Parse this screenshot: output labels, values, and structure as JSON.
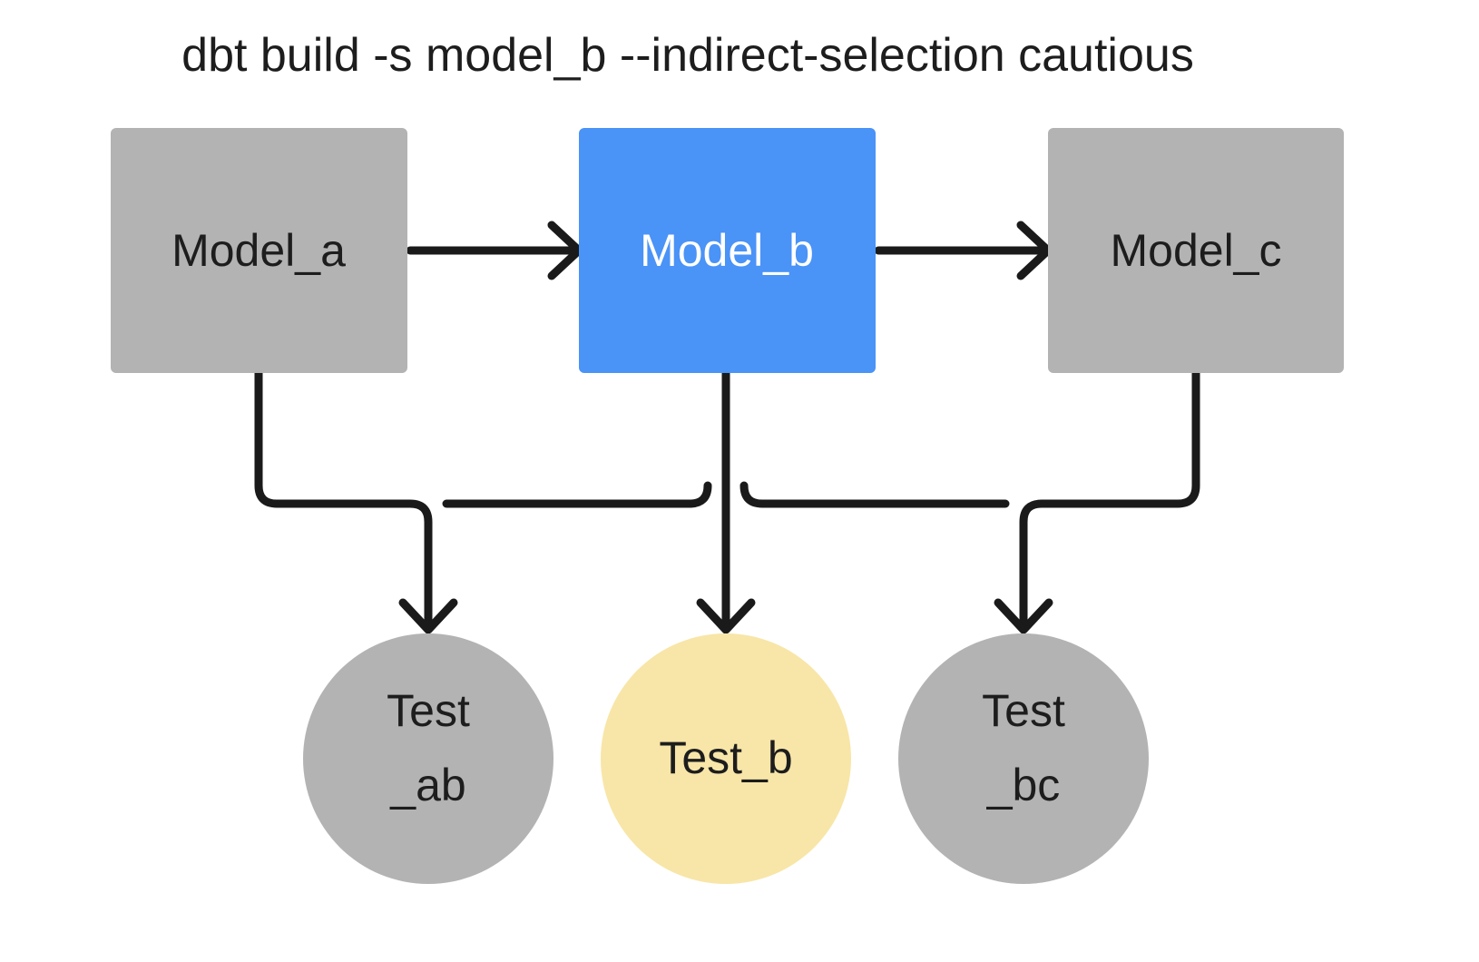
{
  "diagram": {
    "title": "dbt build -s model_b --indirect-selection cautious",
    "background_color": "#ffffff",
    "edge_color": "#1a1a1a",
    "palette": {
      "unselected_gray": "#b3b3b3",
      "selected_blue": "#4a93f7",
      "test_yellow": "#f8e6a8",
      "text_dark": "#1d1d1d",
      "text_light": "#ffffff"
    },
    "models": [
      {
        "id": "model_a",
        "label": "Model_a",
        "shape": "rectangle",
        "fill": "#b3b3b3",
        "text_color": "#1d1d1d",
        "state": "unselected"
      },
      {
        "id": "model_b",
        "label": "Model_b",
        "shape": "rectangle",
        "fill": "#4a93f7",
        "text_color": "#ffffff",
        "state": "selected"
      },
      {
        "id": "model_c",
        "label": "Model_c",
        "shape": "rectangle",
        "fill": "#b3b3b3",
        "text_color": "#1d1d1d",
        "state": "unselected"
      }
    ],
    "tests": [
      {
        "id": "test_ab",
        "label_line1": "Test",
        "label_line2": "_ab",
        "shape": "circle",
        "fill": "#b3b3b3",
        "text_color": "#1d1d1d",
        "state": "unselected"
      },
      {
        "id": "test_b",
        "label_line1": "Test_b",
        "label_line2": "",
        "shape": "circle",
        "fill": "#f8e6a8",
        "text_color": "#1d1d1d",
        "state": "selected"
      },
      {
        "id": "test_bc",
        "label_line1": "Test",
        "label_line2": "_bc",
        "shape": "circle",
        "fill": "#b3b3b3",
        "text_color": "#1d1d1d",
        "state": "unselected"
      }
    ],
    "edges": [
      {
        "id": "a-to-b",
        "from": "model_a",
        "to": "model_b",
        "style": "straight-arrow"
      },
      {
        "id": "b-to-c",
        "from": "model_b",
        "to": "model_c",
        "style": "straight-arrow"
      },
      {
        "id": "a-to-test-ab",
        "from": "model_a",
        "to": "test_ab",
        "style": "elbow-arrow"
      },
      {
        "id": "b-to-test-ab",
        "from": "model_b",
        "to": "test_ab",
        "style": "elbow-arrow"
      },
      {
        "id": "b-to-test-b",
        "from": "model_b",
        "to": "test_b",
        "style": "straight-arrow"
      },
      {
        "id": "b-to-test-bc",
        "from": "model_b",
        "to": "test_bc",
        "style": "elbow-arrow"
      },
      {
        "id": "c-to-test-bc",
        "from": "model_c",
        "to": "test_bc",
        "style": "elbow-arrow"
      }
    ]
  }
}
